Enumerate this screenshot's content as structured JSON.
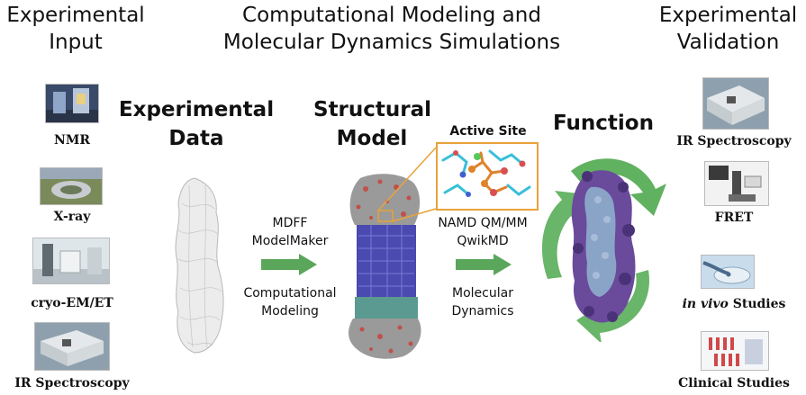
{
  "headers": {
    "experimental_input": [
      "Experimental",
      "Input"
    ],
    "computational": [
      "Computational Modeling and",
      "Molecular Dynamics Simulations"
    ],
    "experimental_validation": [
      "Experimental",
      "Validation"
    ]
  },
  "stages": {
    "experimental_data": [
      "Experimental",
      "Data"
    ],
    "structural_model": [
      "Structural",
      "Model"
    ],
    "active_site": "Active Site",
    "function": "Function"
  },
  "inputs": [
    "NMR",
    "X-ray",
    "cryo-EM/ET",
    "IR Spectroscopy"
  ],
  "validation": {
    "ir": "IR Spectroscopy",
    "fret": "FRET",
    "in_vivo_italic": "in vivo",
    "in_vivo_rest": " Studies",
    "clinical": "Clinical Studies"
  },
  "methods_1": {
    "top": [
      "MDFF",
      "ModelMaker"
    ],
    "bottom": [
      "Computational",
      "Modeling"
    ]
  },
  "methods_2": {
    "top": [
      "NAMD QM/MM",
      "QwikMD"
    ],
    "bottom": [
      "Molecular",
      "Dynamics"
    ]
  },
  "colors": {
    "arrow_green": "#5aa65a",
    "cycle_green": "#4fa84f",
    "active_site_border": "#e8a23a",
    "protein_purple": "#6a4a9a"
  }
}
